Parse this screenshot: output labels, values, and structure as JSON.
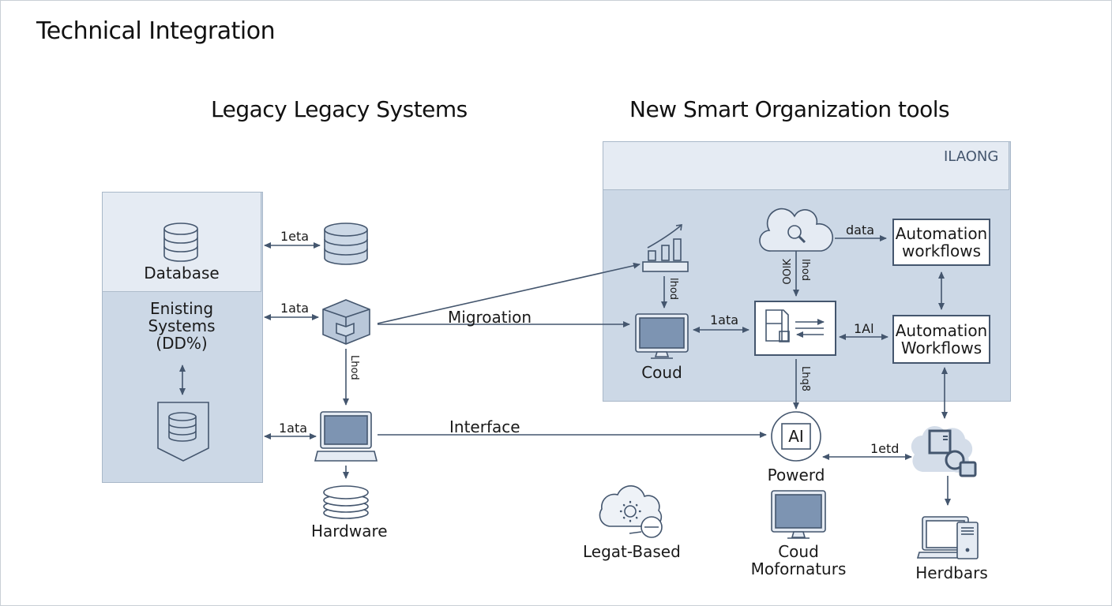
{
  "title": "Technical Integration",
  "sections": {
    "legacy": {
      "title": "Legacy Legacy Systems"
    },
    "new": {
      "title": "New Smart Organization tools",
      "header_label": "ILAONG"
    }
  },
  "legacy_panel": {
    "database_label": "Database",
    "existing_label_line1": "Enisting",
    "existing_label_line2": "Systems",
    "existing_label_line3": "(DD%)"
  },
  "connectors": {
    "db_link": "1eta",
    "cube_link": "1ata",
    "laptop_link": "1ata",
    "cube_to_laptop": "Lhod",
    "migration": "Migroation",
    "interface": "Interface",
    "chart_to_monitor": "lhod",
    "cloud_to_doc_a": "OOlK",
    "cloud_to_doc_b": "lhod",
    "monitor_doc": "1ata",
    "cloud_workflow": "data",
    "doc_workflow": "1Al",
    "doc_to_ai": "Lhq8",
    "ai_cloud": "1etd"
  },
  "nodes": {
    "hardware": "Hardware",
    "cloud_monitor": "Coud",
    "workflow_1": [
      "Automation",
      "workflows"
    ],
    "workflow_2": [
      "Automation",
      "Workflows"
    ],
    "ai_badge": "AI",
    "ai_label": "Powerd",
    "legacy_based": "Legat-Based",
    "cloud_mof_1": "Coud",
    "cloud_mof_2": "Mofornaturs",
    "herdbars": "Herdbars"
  },
  "colors": {
    "stroke": "#44566e",
    "panel_dark": "#ccd8e6",
    "panel_light": "#e5ebf3",
    "screen": "#7d94b2"
  }
}
